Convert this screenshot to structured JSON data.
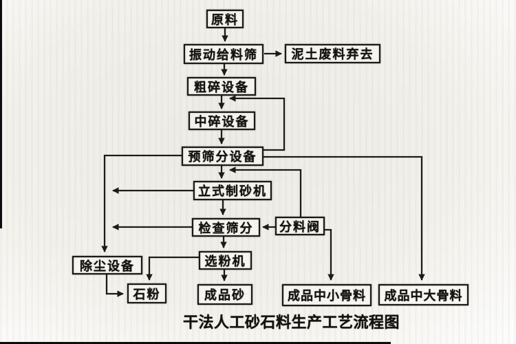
{
  "colors": {
    "ink": "#1c1a18",
    "paper-mid": "#edebe5",
    "paper-edge": "#fdfdfd"
  },
  "caption": "干法人工砂石料生产工艺流程图",
  "nodes": {
    "raw_material": {
      "label": "原料"
    },
    "vibrating_feeder": {
      "label": "振动给料筛"
    },
    "waste_discard": {
      "label": "泥土废料弃去"
    },
    "coarse_crusher": {
      "label": "粗碎设备"
    },
    "medium_crusher": {
      "label": "中碎设备"
    },
    "pre_screening": {
      "label": "预筛分设备"
    },
    "vertical_sand_maker": {
      "label": "立式制砂机"
    },
    "check_screening": {
      "label": "检查筛分"
    },
    "splitter_valve": {
      "label": "分料阀"
    },
    "dust_removal": {
      "label": "除尘设备"
    },
    "powder_separator": {
      "label": "选粉机"
    },
    "stone_powder": {
      "label": "石粉"
    },
    "finished_sand": {
      "label": "成品砂"
    },
    "finished_mid_small_aggregate": {
      "label": "成品中小骨料"
    },
    "finished_mid_large_aggregate": {
      "label": "成品中大骨料"
    }
  },
  "edges": [
    {
      "from": "原料",
      "to": "振动给料筛"
    },
    {
      "from": "振动给料筛",
      "to": "泥土废料弃去"
    },
    {
      "from": "振动给料筛",
      "to": "粗碎设备"
    },
    {
      "from": "粗碎设备",
      "to": "中碎设备"
    },
    {
      "from": "中碎设备",
      "to": "预筛分设备"
    },
    {
      "from": "预筛分设备",
      "to": "中碎设备"
    },
    {
      "from": "预筛分设备",
      "to": "成品中大骨料"
    },
    {
      "from": "预筛分设备",
      "to": "立式制砂机"
    },
    {
      "from": "预筛分设备",
      "to": "除尘设备"
    },
    {
      "from": "立式制砂机",
      "to": "除尘设备"
    },
    {
      "from": "立式制砂机",
      "to": "检查筛分"
    },
    {
      "from": "检查筛分",
      "to": "除尘设备"
    },
    {
      "from": "分料阀",
      "to": "检查筛分"
    },
    {
      "from": "分料阀",
      "to": "立式制砂机"
    },
    {
      "from": "分料阀",
      "to": "成品中小骨料"
    },
    {
      "from": "检查筛分",
      "to": "选粉机"
    },
    {
      "from": "选粉机",
      "to": "石粉"
    },
    {
      "from": "选粉机",
      "to": "成品砂"
    },
    {
      "from": "除尘设备",
      "to": "石粉"
    }
  ]
}
